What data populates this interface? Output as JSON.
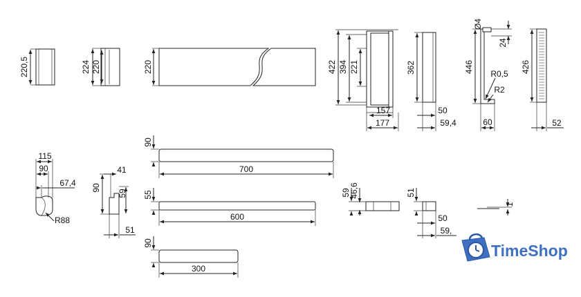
{
  "colors": {
    "line": "#222222",
    "brand": "#3f6fc0"
  },
  "brand": {
    "name": "TimeShop",
    "icon": "clock-bag-icon"
  },
  "parts": [
    {
      "id": "end-cap",
      "dims": [
        "220,5"
      ]
    },
    {
      "id": "adapter-block",
      "dims": [
        "224",
        "220"
      ]
    },
    {
      "id": "channel-long-break",
      "dims": [
        "220"
      ]
    },
    {
      "id": "side-profile-unit",
      "dims": [
        "422",
        "394",
        "221",
        "157",
        "177"
      ]
    },
    {
      "id": "panel-362",
      "dims": [
        "362",
        "50",
        "59,4"
      ]
    },
    {
      "id": "bracket-446",
      "dims": [
        "Ø4",
        "24",
        "446",
        "R0,5",
        "R2",
        "60"
      ]
    },
    {
      "id": "grille-426",
      "dims": [
        "426",
        "52"
      ]
    },
    {
      "id": "elbow-bend",
      "dims": [
        "115",
        "90",
        "67,4",
        "R88"
      ]
    },
    {
      "id": "step-connector",
      "dims": [
        "41",
        "90",
        "59",
        "51"
      ]
    },
    {
      "id": "duct-700",
      "dims": [
        "90",
        "700"
      ]
    },
    {
      "id": "duct-600",
      "dims": [
        "55",
        "600"
      ]
    },
    {
      "id": "duct-300",
      "dims": [
        "90",
        "300"
      ]
    },
    {
      "id": "small-duct-side",
      "dims": [
        "59",
        "46,6"
      ]
    },
    {
      "id": "small-cap",
      "dims": [
        "51",
        "50",
        "59,"
      ]
    },
    {
      "id": "thickness-detail",
      "dims": [
        "1"
      ]
    }
  ]
}
